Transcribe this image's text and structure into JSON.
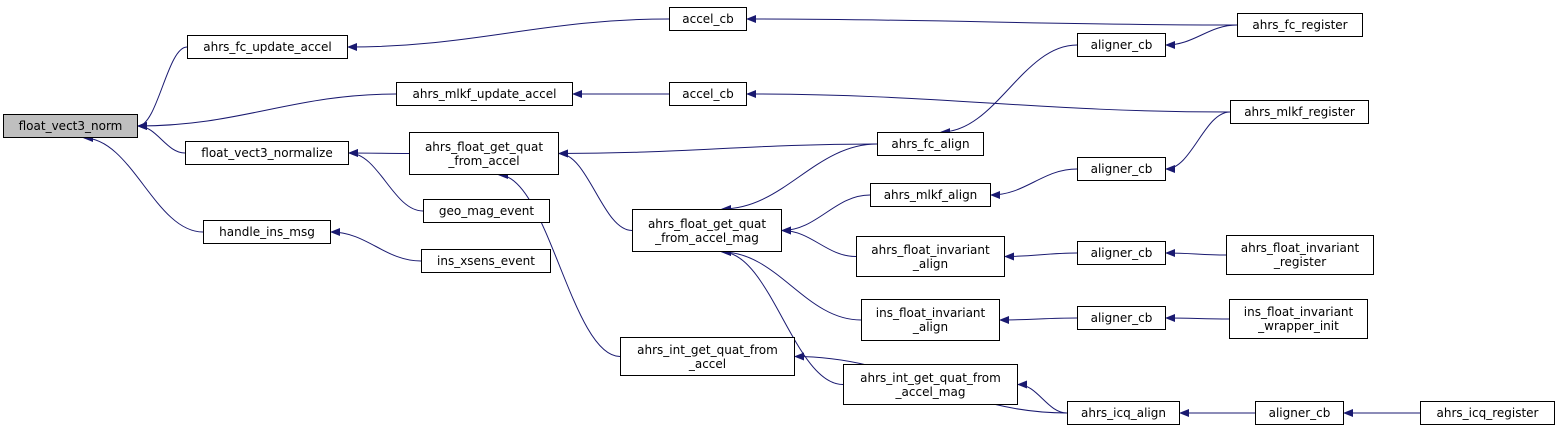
{
  "graph": {
    "root": "float_vect3_norm",
    "colors": {
      "edge": "#191970",
      "root_fill": "#bfbfbf",
      "node_fill": "#ffffff"
    },
    "nodes": [
      {
        "id": "n_root",
        "label": "float_vect3_norm"
      },
      {
        "id": "n_fc_upd",
        "label": "ahrs_fc_update_accel"
      },
      {
        "id": "n_mlkf_upd",
        "label": "ahrs_mlkf_update_accel"
      },
      {
        "id": "n_normalize",
        "label": "float_vect3_normalize"
      },
      {
        "id": "n_ins_msg",
        "label": "handle_ins_msg"
      },
      {
        "id": "n_accel_cb1",
        "label": "accel_cb"
      },
      {
        "id": "n_accel_cb2",
        "label": "accel_cb"
      },
      {
        "id": "n_quat_accel",
        "label": "ahrs_float_get_quat\n_from_accel"
      },
      {
        "id": "n_geo_mag",
        "label": "geo_mag_event"
      },
      {
        "id": "n_xsens",
        "label": "ins_xsens_event"
      },
      {
        "id": "n_quat_accel_mag",
        "label": "ahrs_float_get_quat\n_from_accel_mag"
      },
      {
        "id": "n_int_quat_accel",
        "label": "ahrs_int_get_quat_from\n_accel"
      },
      {
        "id": "n_fc_align",
        "label": "ahrs_fc_align"
      },
      {
        "id": "n_mlkf_align",
        "label": "ahrs_mlkf_align"
      },
      {
        "id": "n_finv_align",
        "label": "ahrs_float_invariant\n_align"
      },
      {
        "id": "n_ins_finv_align",
        "label": "ins_float_invariant\n_align"
      },
      {
        "id": "n_int_quat_accel_mag",
        "label": "ahrs_int_get_quat_from\n_accel_mag"
      },
      {
        "id": "n_aligner1",
        "label": "aligner_cb"
      },
      {
        "id": "n_aligner2",
        "label": "aligner_cb"
      },
      {
        "id": "n_aligner3",
        "label": "aligner_cb"
      },
      {
        "id": "n_aligner4",
        "label": "aligner_cb"
      },
      {
        "id": "n_icq_align",
        "label": "ahrs_icq_align"
      },
      {
        "id": "n_aligner5",
        "label": "aligner_cb"
      },
      {
        "id": "n_fc_register",
        "label": "ahrs_fc_register"
      },
      {
        "id": "n_mlkf_register",
        "label": "ahrs_mlkf_register"
      },
      {
        "id": "n_finv_register",
        "label": "ahrs_float_invariant\n_register"
      },
      {
        "id": "n_ins_finv_wrapper",
        "label": "ins_float_invariant\n_wrapper_init"
      },
      {
        "id": "n_icq_register",
        "label": "ahrs_icq_register"
      }
    ],
    "edges": [
      {
        "from": "n_fc_upd",
        "to": "n_root"
      },
      {
        "from": "n_mlkf_upd",
        "to": "n_root"
      },
      {
        "from": "n_normalize",
        "to": "n_root"
      },
      {
        "from": "n_ins_msg",
        "to": "n_root"
      },
      {
        "from": "n_accel_cb1",
        "to": "n_fc_upd"
      },
      {
        "from": "n_accel_cb2",
        "to": "n_mlkf_upd"
      },
      {
        "from": "n_quat_accel",
        "to": "n_normalize"
      },
      {
        "from": "n_geo_mag",
        "to": "n_normalize"
      },
      {
        "from": "n_xsens",
        "to": "n_ins_msg"
      },
      {
        "from": "n_fc_register",
        "to": "n_accel_cb1"
      },
      {
        "from": "n_mlkf_register",
        "to": "n_accel_cb2"
      },
      {
        "from": "n_fc_align",
        "to": "n_quat_accel"
      },
      {
        "from": "n_quat_accel_mag",
        "to": "n_quat_accel"
      },
      {
        "from": "n_int_quat_accel",
        "to": "n_quat_accel"
      },
      {
        "from": "n_fc_align",
        "to": "n_quat_accel_mag"
      },
      {
        "from": "n_mlkf_align",
        "to": "n_quat_accel_mag"
      },
      {
        "from": "n_finv_align",
        "to": "n_quat_accel_mag"
      },
      {
        "from": "n_ins_finv_align",
        "to": "n_quat_accel_mag"
      },
      {
        "from": "n_int_quat_accel_mag",
        "to": "n_quat_accel_mag"
      },
      {
        "from": "n_icq_align",
        "to": "n_int_quat_accel"
      },
      {
        "from": "n_aligner1",
        "to": "n_fc_align"
      },
      {
        "from": "n_aligner2",
        "to": "n_mlkf_align"
      },
      {
        "from": "n_aligner3",
        "to": "n_finv_align"
      },
      {
        "from": "n_aligner4",
        "to": "n_ins_finv_align"
      },
      {
        "from": "n_icq_align",
        "to": "n_int_quat_accel_mag"
      },
      {
        "from": "n_fc_register",
        "to": "n_aligner1"
      },
      {
        "from": "n_mlkf_register",
        "to": "n_aligner2"
      },
      {
        "from": "n_finv_register",
        "to": "n_aligner3"
      },
      {
        "from": "n_ins_finv_wrapper",
        "to": "n_aligner4"
      },
      {
        "from": "n_aligner5",
        "to": "n_icq_align"
      },
      {
        "from": "n_icq_register",
        "to": "n_aligner5"
      }
    ]
  }
}
